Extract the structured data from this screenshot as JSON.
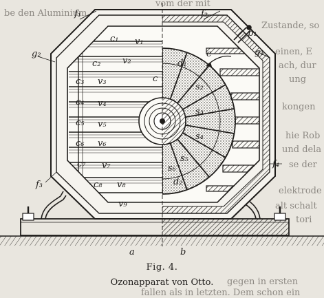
{
  "caption": {
    "figure_number": "Fig. 4.",
    "title": "Ozonapparat von Otto."
  },
  "labels": {
    "f1": "f₁",
    "f2": "f₂",
    "f3": "f₃",
    "f4": "f₄",
    "g1": "g₁",
    "g2": "g₂",
    "p1": "p₁",
    "c": "c",
    "c1": "c₁",
    "c2": "c₂",
    "c3": "c₃",
    "c4": "c₄",
    "c5": "c₅",
    "c6": "c₆",
    "c7": "c₇",
    "c8": "c₈",
    "v1": "v₁",
    "v2": "v₂",
    "v3": "v₃",
    "v4": "v₄",
    "v5": "v₅",
    "v6": "v₆",
    "v7": "v₇",
    "v8": "v₈",
    "v9": "v₉",
    "d1": "d₁",
    "d2": "d₂",
    "s2": "s₂",
    "s3": "s₃",
    "s4": "s₄",
    "s5": "s₅",
    "s6": "s₆",
    "a": "a",
    "b": "b"
  },
  "background_text": [
    "vom der mit",
    "be den Aluminium",
    "Zustande, so",
    "einen, E",
    "ach, dur",
    "ung",
    "kongen",
    "hie Rob",
    "und dela",
    "se der",
    "elektrode",
    "alt schalt",
    "tori",
    "gegen in ersten",
    "fallen als in letzten. Dem schon ein"
  ]
}
